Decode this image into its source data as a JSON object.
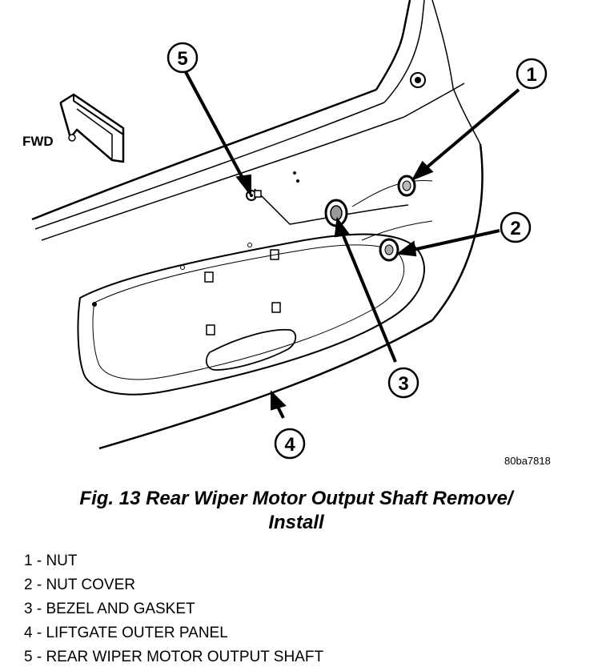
{
  "figure": {
    "fwd_label": "FWD",
    "reference_code": "80ba7818",
    "callouts": [
      {
        "number": "1",
        "target": "nut"
      },
      {
        "number": "2",
        "target": "nut-cover"
      },
      {
        "number": "3",
        "target": "bezel-and-gasket"
      },
      {
        "number": "4",
        "target": "liftgate-outer-panel"
      },
      {
        "number": "5",
        "target": "rear-wiper-motor-output-shaft"
      }
    ]
  },
  "caption": {
    "line1": "Fig. 13 Rear Wiper Motor Output Shaft Remove/",
    "line2": "Install"
  },
  "legend": [
    {
      "text": "1 - NUT"
    },
    {
      "text": "2 - NUT COVER"
    },
    {
      "text": "3 - BEZEL AND GASKET"
    },
    {
      "text": "4 - LIFTGATE OUTER PANEL"
    },
    {
      "text": "5 - REAR WIPER MOTOR OUTPUT SHAFT"
    }
  ]
}
